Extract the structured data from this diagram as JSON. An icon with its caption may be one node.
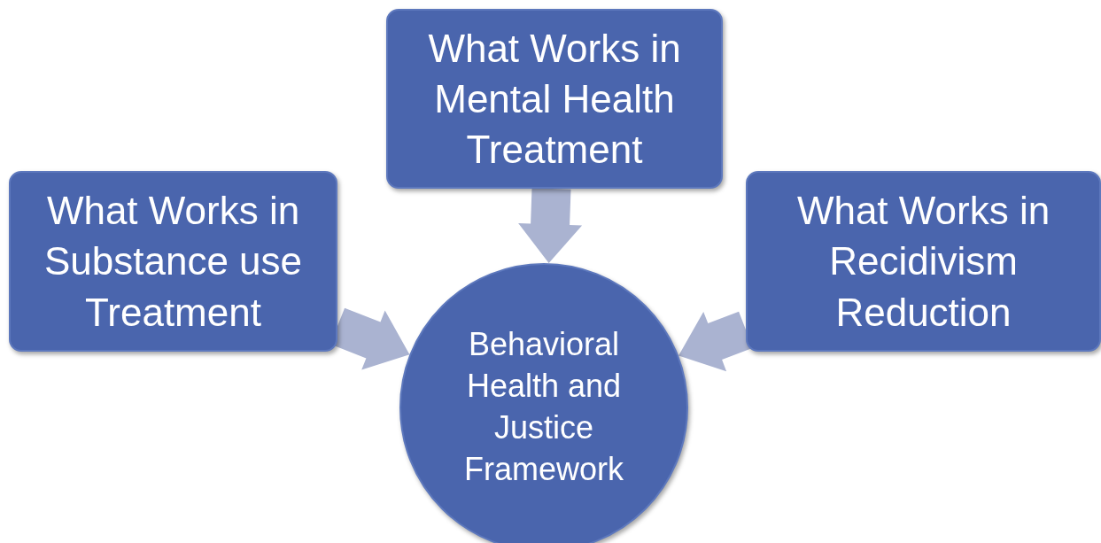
{
  "diagram": {
    "nodes": [
      {
        "text": [
          "What Works in Mental Health Treatment"
        ]
      },
      {
        "text": [
          "What Works in Substance use Treatment"
        ]
      },
      {
        "text": [
          "What Works in Recidivism Reduction"
        ]
      },
      {
        "text": [
          "Behavioral Health and Justice Framework"
        ]
      }
    ],
    "edges": [
      {
        "from": 0,
        "to": 3,
        "arrow": "to"
      },
      {
        "from": 1,
        "to": 3,
        "arrow": "to"
      },
      {
        "from": 2,
        "to": 3,
        "arrow": "to"
      }
    ]
  }
}
